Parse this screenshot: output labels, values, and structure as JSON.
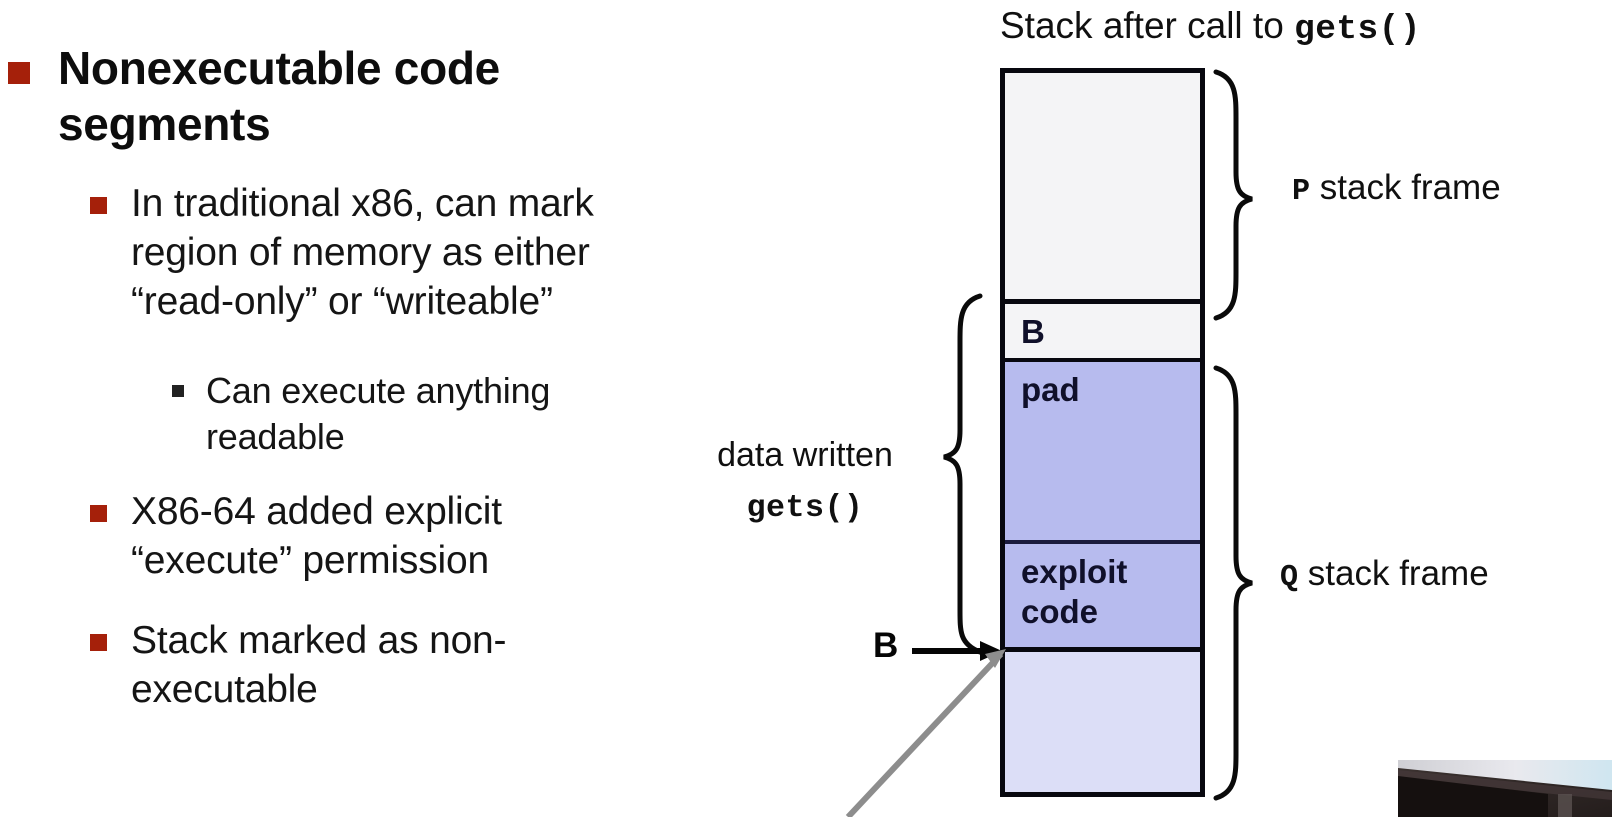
{
  "slide": {
    "outline": [
      {
        "level": 1,
        "marker_color": "#A5200A",
        "text": "Nonexecutable code\nsegments"
      },
      {
        "level": 2,
        "marker_color": "#A5200A",
        "text": "In traditional x86, can mark\nregion of memory as either\n“read-only” or “writeable”"
      },
      {
        "level": 3,
        "marker_color": "#222222",
        "text": "Can execute anything\nreadable"
      },
      {
        "level": 2,
        "marker_color": "#A5200A",
        "text": "X86-64 added  explicit\n“execute” permission"
      },
      {
        "level": 2,
        "marker_color": "#A5200A",
        "text": "Stack marked as non-\nexecutable"
      }
    ]
  },
  "diagram": {
    "title_prefix": "Stack after call to ",
    "title_code": "gets",
    "title_suffix": "()",
    "stack_cells": [
      {
        "name": "p-frame-space",
        "label": "",
        "fill": "#f4f4f6"
      },
      {
        "name": "saved-b",
        "label": "B",
        "fill": "#f4f4f6"
      },
      {
        "name": "pad",
        "label": "pad",
        "fill": "#b7bbee"
      },
      {
        "name": "exploit-code",
        "label": "exploit\ncode",
        "fill": "#b7bbee"
      },
      {
        "name": "remaining",
        "label": "",
        "fill": "#dcdef7"
      }
    ],
    "frame_labels": {
      "p_code": "P",
      "p_text": " stack frame",
      "q_code": "Q",
      "q_text": " stack frame"
    },
    "annotations": {
      "data_written": "data written",
      "gets_call": "gets()",
      "pointer_b": "B"
    }
  }
}
